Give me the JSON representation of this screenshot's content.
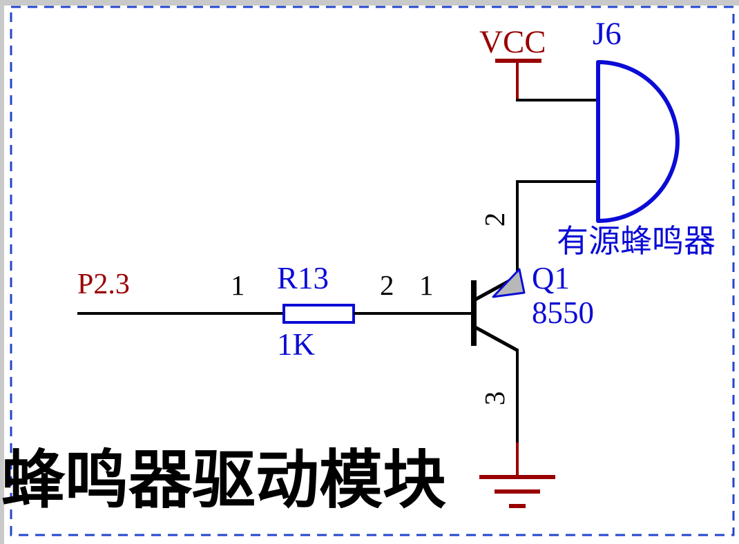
{
  "sheet": {
    "title": "蜂鸣器驱动模块"
  },
  "nets": {
    "input": "P2.3",
    "power": "VCC"
  },
  "components": {
    "r13": {
      "designator": "R13",
      "value": "1K",
      "pins": {
        "p1": "1",
        "p2": "2"
      }
    },
    "q1": {
      "designator": "Q1",
      "value": "8550",
      "pins": {
        "p1": "1",
        "p2": "2",
        "p3": "3"
      }
    },
    "j6": {
      "designator": "J6",
      "label": "有源蜂鸣器"
    }
  },
  "colors": {
    "wire_black": "#000000",
    "component_blue": "#0b0bd6",
    "power_red": "#990000",
    "border_blue": "#2244cc",
    "arrow_gray": "#b8b8b8"
  }
}
